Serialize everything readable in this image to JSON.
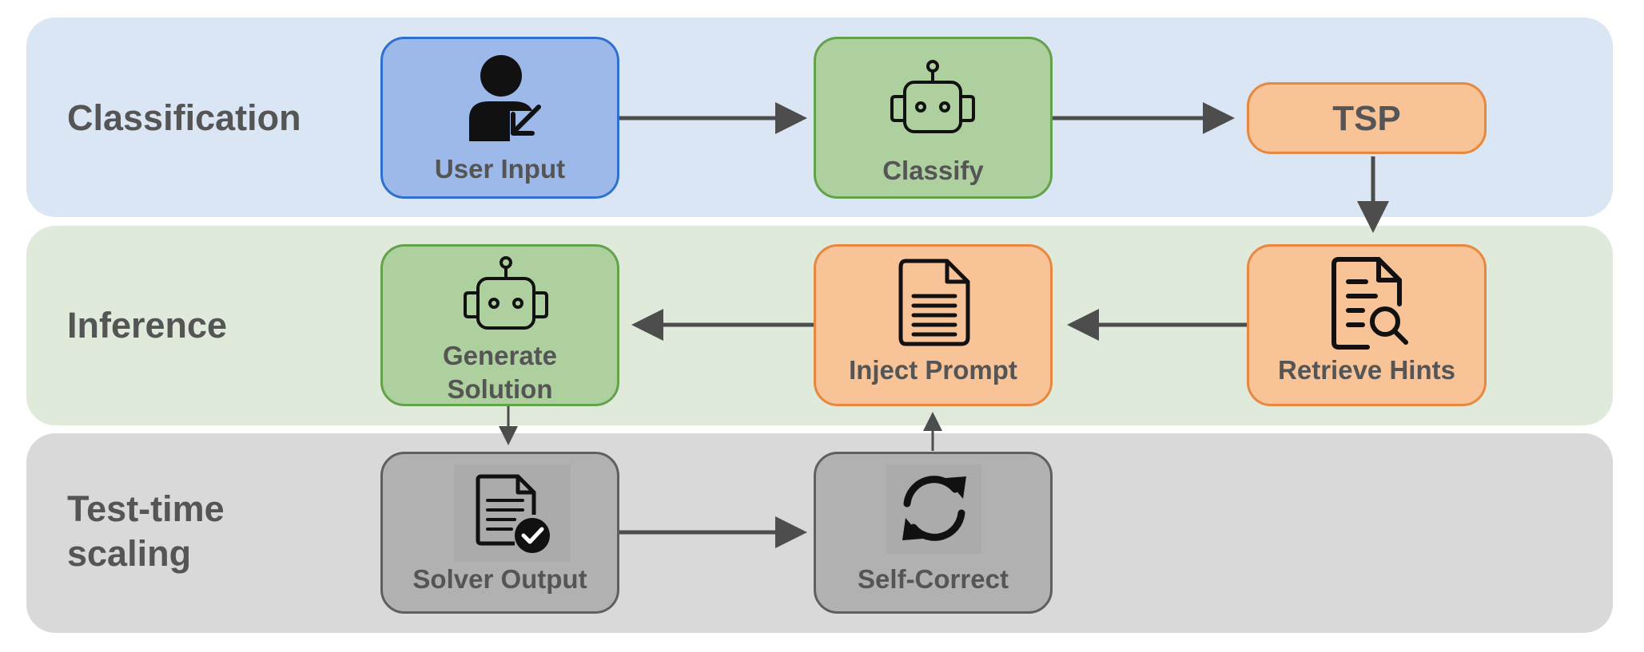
{
  "colors": {
    "band_classification": "#dae6f4",
    "band_inference": "#dfeadb",
    "band_scaling": "#d9d9d9",
    "node_blue_fill": "#9cb9ea",
    "node_blue_border": "#2f6fcf",
    "node_green_fill": "#aecf9e",
    "node_green_border": "#62a24a",
    "node_orange_fill": "#f8c397",
    "node_orange_border": "#e8873f",
    "node_gray_fill": "#b1b1b1",
    "node_gray_border": "#5f5f5f",
    "arrow": "#4d4d4d",
    "text": "#555555"
  },
  "bands": {
    "classification": "Classification",
    "inference": "Inference",
    "scaling": "Test-time\nscaling"
  },
  "nodes": {
    "user_input": {
      "label": "User Input",
      "icon": "user-pointer-icon"
    },
    "classify": {
      "label": "Classify",
      "icon": "robot-icon"
    },
    "tsp": {
      "label": "TSP"
    },
    "retrieve_hints": {
      "label": "Retrieve Hints",
      "icon": "document-search-icon"
    },
    "inject_prompt": {
      "label": "Inject Prompt",
      "icon": "document-icon"
    },
    "generate_solution": {
      "label": "Generate\nSolution",
      "icon": "robot-icon"
    },
    "solver_output": {
      "label": "Solver Output",
      "icon": "document-check-icon"
    },
    "self_correct": {
      "label": "Self-Correct",
      "icon": "refresh-icon"
    }
  },
  "edges": [
    {
      "from": "User Input",
      "to": "Classify"
    },
    {
      "from": "Classify",
      "to": "TSP"
    },
    {
      "from": "TSP",
      "to": "Retrieve Hints"
    },
    {
      "from": "Retrieve Hints",
      "to": "Inject Prompt"
    },
    {
      "from": "Inject Prompt",
      "to": "Generate Solution"
    },
    {
      "from": "Generate Solution",
      "to": "Solver Output"
    },
    {
      "from": "Solver Output",
      "to": "Self-Correct"
    },
    {
      "from": "Self-Correct",
      "to": "Inject Prompt"
    }
  ]
}
